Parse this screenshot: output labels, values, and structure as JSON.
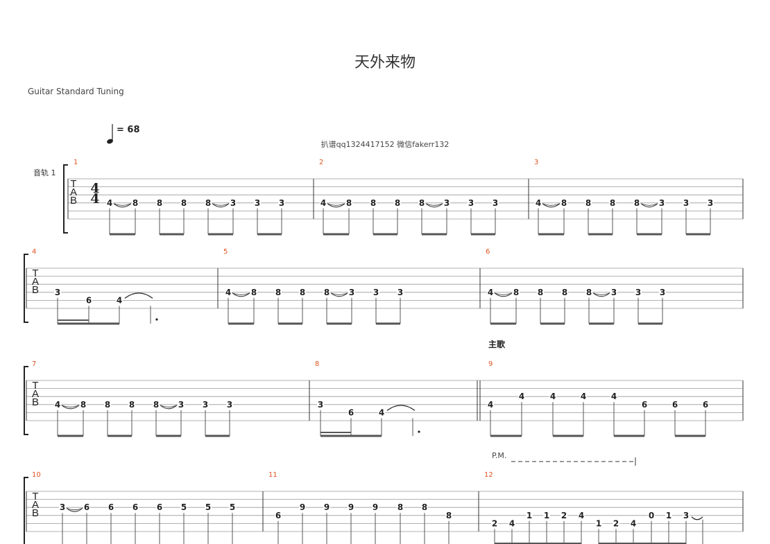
{
  "title": "天外来物",
  "tuning": "Guitar Standard Tuning",
  "tempo": "= 68",
  "credit": "扒谱qq1324417152 微信fakerr132",
  "track_name": "音轨 1",
  "section_label": "主歌",
  "pm_label": "P.M.",
  "clef": [
    "T",
    "A",
    "B"
  ],
  "time_signature": [
    "4",
    "4"
  ],
  "measures": [
    {
      "number": "1",
      "notes": [
        [
          "4",
          4
        ],
        [
          "8",
          4
        ],
        [
          "8",
          4
        ],
        [
          "8",
          4
        ],
        [
          "8",
          4
        ],
        [
          "3",
          4
        ],
        [
          "3",
          4
        ],
        [
          "3",
          4
        ]
      ]
    },
    {
      "number": "2",
      "notes": [
        [
          "4",
          4
        ],
        [
          "8",
          4
        ],
        [
          "8",
          4
        ],
        [
          "8",
          4
        ],
        [
          "8",
          4
        ],
        [
          "3",
          4
        ],
        [
          "3",
          4
        ],
        [
          "3",
          4
        ]
      ]
    },
    {
      "number": "3",
      "notes": [
        [
          "4",
          4
        ],
        [
          "8",
          4
        ],
        [
          "8",
          4
        ],
        [
          "8",
          4
        ],
        [
          "8",
          4
        ],
        [
          "3",
          4
        ],
        [
          "3",
          4
        ],
        [
          "3",
          4
        ]
      ]
    },
    {
      "number": "4",
      "notes": [
        [
          "3",
          4
        ],
        [
          "6",
          5
        ],
        [
          "4",
          5
        ]
      ]
    },
    {
      "number": "5",
      "notes": [
        [
          "4",
          4
        ],
        [
          "8",
          4
        ],
        [
          "8",
          4
        ],
        [
          "8",
          4
        ],
        [
          "8",
          4
        ],
        [
          "3",
          4
        ],
        [
          "3",
          4
        ],
        [
          "3",
          4
        ]
      ]
    },
    {
      "number": "6",
      "notes": [
        [
          "4",
          4
        ],
        [
          "8",
          4
        ],
        [
          "8",
          4
        ],
        [
          "8",
          4
        ],
        [
          "8",
          4
        ],
        [
          "3",
          4
        ],
        [
          "3",
          4
        ],
        [
          "3",
          4
        ]
      ]
    },
    {
      "number": "7",
      "notes": [
        [
          "4",
          4
        ],
        [
          "8",
          4
        ],
        [
          "8",
          4
        ],
        [
          "8",
          4
        ],
        [
          "8",
          4
        ],
        [
          "3",
          4
        ],
        [
          "3",
          4
        ],
        [
          "3",
          4
        ]
      ]
    },
    {
      "number": "8",
      "notes": [
        [
          "3",
          4
        ],
        [
          "6",
          5
        ],
        [
          "4",
          5
        ]
      ]
    },
    {
      "number": "9",
      "notes": [
        [
          "4",
          4
        ],
        [
          "4",
          3
        ],
        [
          "4",
          3
        ],
        [
          "4",
          3
        ],
        [
          "4",
          3
        ],
        [
          "6",
          4
        ],
        [
          "6",
          4
        ],
        [
          "6",
          4
        ]
      ]
    },
    {
      "number": "10",
      "notes": [
        [
          "3",
          3
        ],
        [
          "6",
          3
        ],
        [
          "6",
          3
        ],
        [
          "6",
          3
        ],
        [
          "6",
          3
        ],
        [
          "5",
          3
        ],
        [
          "5",
          3
        ],
        [
          "5",
          3
        ]
      ]
    },
    {
      "number": "11",
      "notes": [
        [
          "6",
          4
        ],
        [
          "9",
          3
        ],
        [
          "9",
          3
        ],
        [
          "9",
          3
        ],
        [
          "9",
          3
        ],
        [
          "8",
          3
        ],
        [
          "8",
          3
        ],
        [
          "8",
          4
        ]
      ]
    },
    {
      "number": "12",
      "notes": [
        [
          "2",
          5
        ],
        [
          "4",
          5
        ],
        [
          "1",
          4
        ],
        [
          "1",
          4
        ],
        [
          "2",
          4
        ],
        [
          "4",
          4
        ],
        [
          "1",
          5
        ],
        [
          "2",
          5
        ],
        [
          "4",
          5
        ],
        [
          "0",
          4
        ],
        [
          "1",
          4
        ],
        [
          "3",
          4
        ]
      ]
    }
  ]
}
